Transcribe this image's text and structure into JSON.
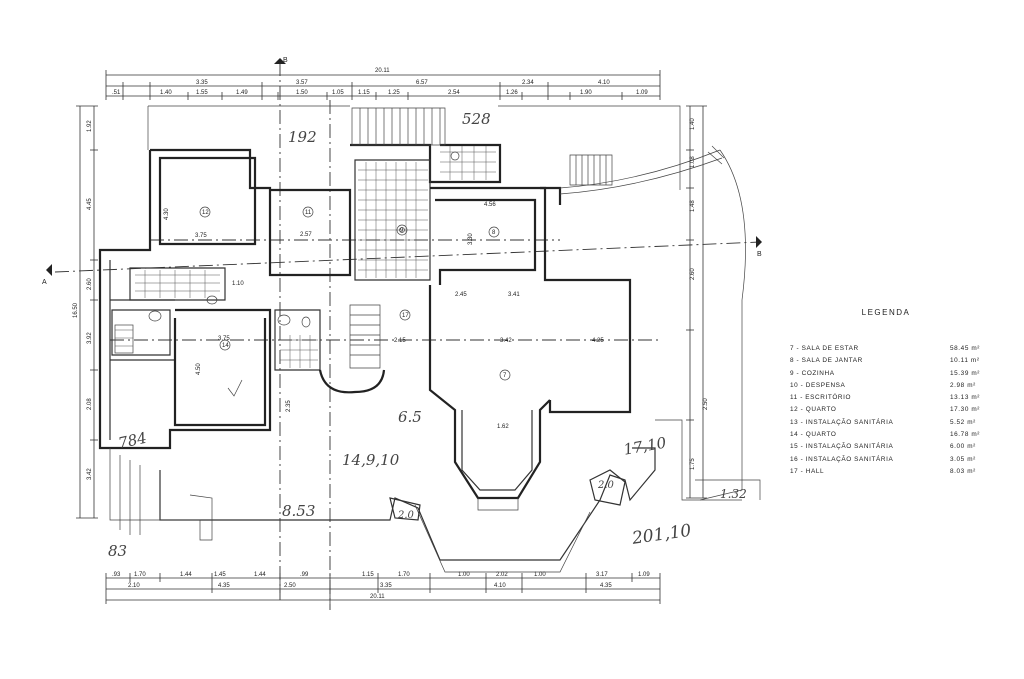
{
  "legend": {
    "title": "LEGENDA",
    "items": [
      {
        "label": "7 - SALA DE ESTAR",
        "area": "58.45 m²"
      },
      {
        "label": "8 - SALA DE JANTAR",
        "area": "10.11 m²"
      },
      {
        "label": "9 - COZINHA",
        "area": "15.39 m²"
      },
      {
        "label": "10 - DESPENSA",
        "area": "2.98 m²"
      },
      {
        "label": "11 - ESCRITÓRIO",
        "area": "13.13 m²"
      },
      {
        "label": "12 - QUARTO",
        "area": "17.30 m²"
      },
      {
        "label": "13 - INSTALAÇÃO SANITÁRIA",
        "area": "5.52 m²"
      },
      {
        "label": "14 - QUARTO",
        "area": "16.78 m²"
      },
      {
        "label": "15 - INSTALAÇÃO SANITÁRIA",
        "area": "6.00 m²"
      },
      {
        "label": "16 - INSTALAÇÃO SANITÁRIA",
        "area": "3.05 m²"
      },
      {
        "label": "17 - HALL",
        "area": "8.03 m²"
      }
    ]
  },
  "section_marks": {
    "a": "A",
    "b": "B",
    "b_top": "B"
  },
  "room_numbers": {
    "r7": "7",
    "r8": "8",
    "r9": "9",
    "r11": "11",
    "r12": "12",
    "r14": "14",
    "r17": "17"
  },
  "handwritten": {
    "n528": "528",
    "n192": "192",
    "n784": "784",
    "n65": "6.5",
    "n14910": "14,9,10",
    "n853": "8.53",
    "n83": "83",
    "n20a": "2.0",
    "n20b": "2.0",
    "n132": "1.32",
    "n1710": "17,10",
    "n20110": "201,10"
  },
  "dimensions": {
    "top_total": "20.11",
    "top_row2": [
      "3.35",
      "3.57",
      "6.57",
      "2.34",
      "4.10"
    ],
    "top_row3": [
      ".51",
      "1.40",
      "1.55",
      "1.49",
      "1.50",
      "1.05",
      "1.15",
      "1.25",
      "2.54",
      "1.26",
      "1.90",
      "1.09"
    ],
    "bottom_row1": [
      ".93",
      "1.70",
      "1.44",
      "1.45",
      "1.44",
      ".99",
      "1.15",
      "1.70",
      "1.00",
      "2.02",
      "1.00",
      "3.17",
      "1.09"
    ],
    "bottom_row2": [
      "2.10",
      "4.35",
      "2.50",
      "3.35",
      "4.10",
      "4.35"
    ],
    "bottom_total": "20.11",
    "left_total": "16.50",
    "left_parts": [
      "1.92",
      "4.45",
      "2.60",
      "3.92",
      "2.08",
      "3.42"
    ],
    "right_parts": [
      "1.40",
      "1.08",
      "1.48",
      "2.60",
      "2.50",
      "1.75"
    ],
    "rooms": [
      "3.75",
      "4.30",
      "2.57",
      "4.56",
      "3.30",
      "2.45",
      "3.41",
      "3.42",
      "4.25",
      "3.75",
      "4.50",
      "2.35",
      "2.15",
      "1.62",
      "1.10"
    ]
  }
}
